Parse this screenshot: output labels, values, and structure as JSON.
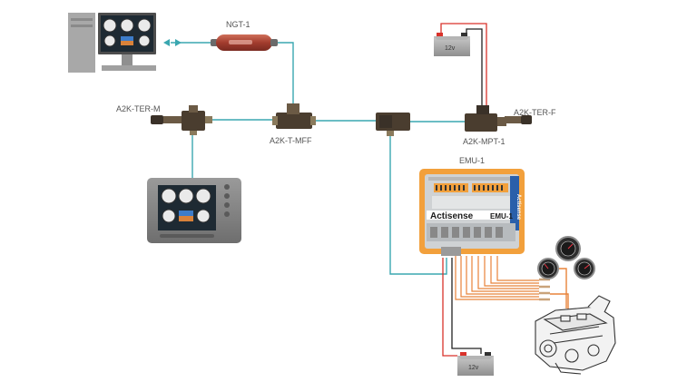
{
  "labels": {
    "ngt": "NGT-1",
    "ter_m": "A2K-TER-M",
    "t_mff": "A2K-T-MFF",
    "ter_f": "A2K-TER-F",
    "mpt": "A2K-MPT-1",
    "emu": "EMU-1"
  },
  "emu_box": {
    "brand": "Actisense",
    "model": "EMU-1",
    "side_brand": "Actisense"
  },
  "batteries": {
    "top": "12v",
    "bottom": "12v"
  },
  "icons": [
    "computer-icon",
    "usb-gateway-icon",
    "mfd-display-icon",
    "battery-icon",
    "engine-icon",
    "gauge-icon"
  ],
  "colors": {
    "network_cable": "#3aa7b0",
    "power_positive": "#d9322b",
    "power_negative": "#222222",
    "sensor_wires": "#e8833a",
    "connector_body": "#6b5a45",
    "gateway_body": "#b04a3a",
    "emu_orange": "#f2a03c"
  }
}
